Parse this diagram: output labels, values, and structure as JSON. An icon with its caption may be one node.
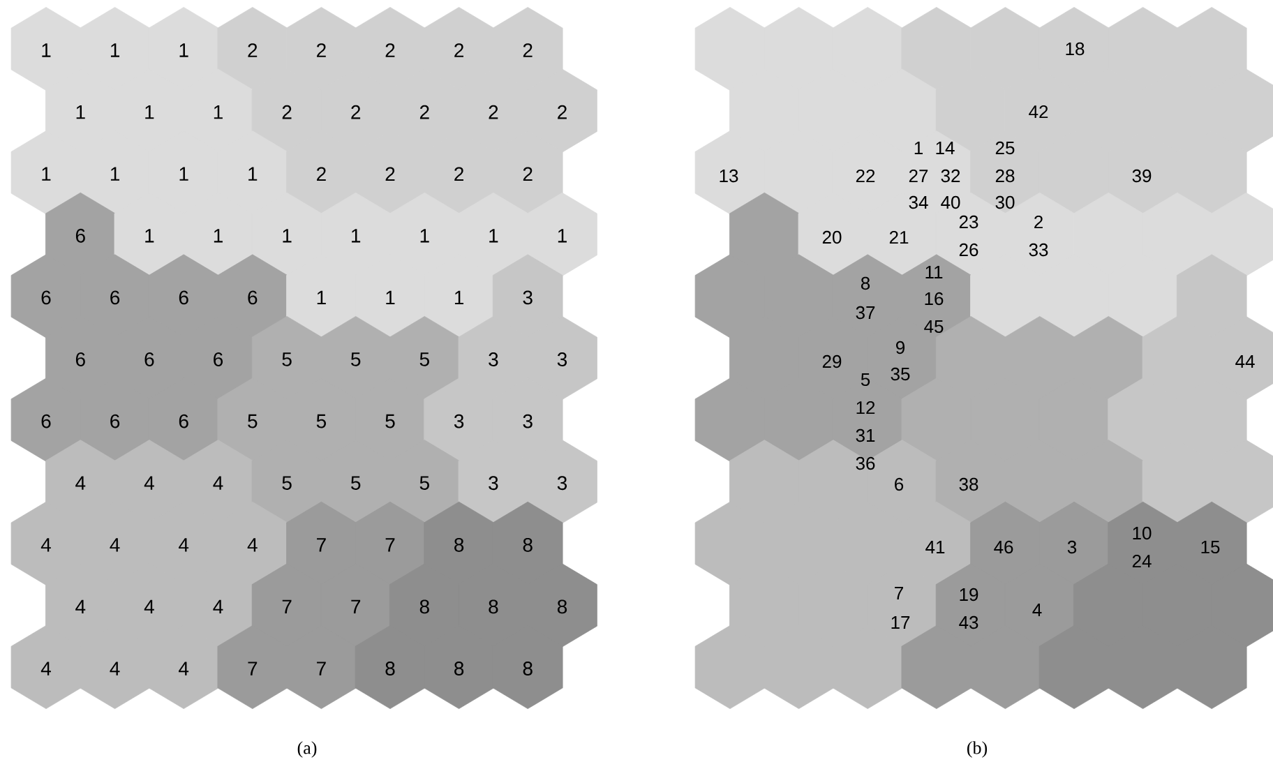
{
  "diagram": {
    "nodes": [
      {
        "text": [
          "1"
        ]
      },
      {
        "text": [
          "1"
        ]
      },
      {
        "text": [
          "1"
        ]
      },
      {
        "text": [
          "2"
        ]
      },
      {
        "text": [
          "2"
        ]
      },
      {
        "text": [
          "2"
        ]
      },
      {
        "text": [
          "2"
        ]
      },
      {
        "text": [
          "2"
        ]
      },
      {
        "text": [
          "1"
        ]
      },
      {
        "text": [
          "1"
        ]
      },
      {
        "text": [
          "1"
        ]
      },
      {
        "text": [
          "2"
        ]
      },
      {
        "text": [
          "2"
        ]
      },
      {
        "text": [
          "2"
        ]
      },
      {
        "text": [
          "2"
        ]
      },
      {
        "text": [
          "2"
        ]
      },
      {
        "text": [
          "1"
        ]
      },
      {
        "text": [
          "1"
        ]
      },
      {
        "text": [
          "1"
        ]
      },
      {
        "text": [
          "1"
        ]
      },
      {
        "text": [
          "2"
        ]
      },
      {
        "text": [
          "2"
        ]
      },
      {
        "text": [
          "2"
        ]
      },
      {
        "text": [
          "2"
        ]
      },
      {
        "text": [
          "6"
        ]
      },
      {
        "text": [
          "1"
        ]
      },
      {
        "text": [
          "1"
        ]
      },
      {
        "text": [
          "1"
        ]
      },
      {
        "text": [
          "1"
        ]
      },
      {
        "text": [
          "1"
        ]
      },
      {
        "text": [
          "1"
        ]
      },
      {
        "text": [
          "1"
        ]
      },
      {
        "text": [
          "6"
        ]
      },
      {
        "text": [
          "6"
        ]
      },
      {
        "text": [
          "6"
        ]
      },
      {
        "text": [
          "6"
        ]
      },
      {
        "text": [
          "1"
        ]
      },
      {
        "text": [
          "1"
        ]
      },
      {
        "text": [
          "1"
        ]
      },
      {
        "text": [
          "3"
        ]
      },
      {
        "text": [
          "6"
        ]
      },
      {
        "text": [
          "6"
        ]
      },
      {
        "text": [
          "6"
        ]
      },
      {
        "text": [
          "5"
        ]
      },
      {
        "text": [
          "5"
        ]
      },
      {
        "text": [
          "5"
        ]
      },
      {
        "text": [
          "3"
        ]
      },
      {
        "text": [
          "3"
        ]
      },
      {
        "text": [
          "6"
        ]
      },
      {
        "text": [
          "6"
        ]
      },
      {
        "text": [
          "6"
        ]
      },
      {
        "text": [
          "5"
        ]
      },
      {
        "text": [
          "5"
        ]
      },
      {
        "text": [
          "5"
        ]
      },
      {
        "text": [
          "3"
        ]
      },
      {
        "text": [
          "3"
        ]
      },
      {
        "text": [
          "4"
        ]
      },
      {
        "text": [
          "4"
        ]
      },
      {
        "text": [
          "4"
        ]
      },
      {
        "text": [
          "5"
        ]
      },
      {
        "text": [
          "5"
        ]
      },
      {
        "text": [
          "5"
        ]
      },
      {
        "text": [
          "3"
        ]
      },
      {
        "text": [
          "3"
        ]
      },
      {
        "text": [
          "4"
        ]
      },
      {
        "text": [
          "4"
        ]
      },
      {
        "text": [
          "4"
        ]
      },
      {
        "text": [
          "4"
        ]
      },
      {
        "text": [
          "7"
        ]
      },
      {
        "text": [
          "7"
        ]
      },
      {
        "text": [
          "8"
        ]
      },
      {
        "text": [
          "8"
        ]
      },
      {
        "text": [
          "4"
        ]
      },
      {
        "text": [
          "4"
        ]
      },
      {
        "text": [
          "4"
        ]
      },
      {
        "text": [
          "7"
        ]
      },
      {
        "text": [
          "7"
        ]
      },
      {
        "text": [
          "8"
        ]
      },
      {
        "text": [
          "8"
        ]
      },
      {
        "text": [
          "8"
        ]
      },
      {
        "text": [
          "4"
        ]
      },
      {
        "text": [
          "4"
        ]
      },
      {
        "text": [
          "4"
        ]
      },
      {
        "text": [
          "7"
        ]
      },
      {
        "text": [
          "7"
        ]
      },
      {
        "text": [
          "8"
        ]
      },
      {
        "text": [
          "8"
        ]
      },
      {
        "text": [
          "8"
        ]
      }
    ],
    "labels": [
      "18",
      "42",
      "1",
      "14",
      "25",
      "13",
      "22",
      "27",
      "32",
      "28",
      "39",
      "34",
      "40",
      "30",
      "23",
      "2",
      "20",
      "21",
      "26",
      "33",
      "11",
      "8",
      "16",
      "37",
      "45",
      "9",
      "29",
      "5",
      "35",
      "44",
      "12",
      "31",
      "36",
      "6",
      "38",
      "10",
      "41",
      "46",
      "3",
      "15",
      "24",
      "7",
      "19",
      "4",
      "17",
      "43",
      "(a)",
      "(b)"
    ]
  }
}
